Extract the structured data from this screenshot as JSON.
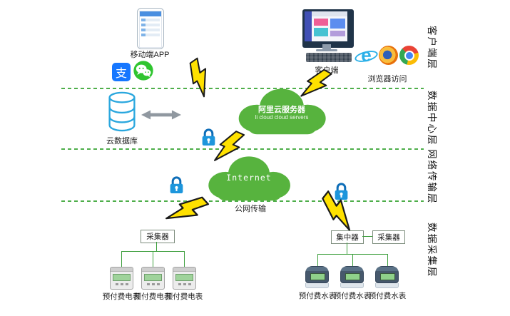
{
  "layers": {
    "client": "客户端层",
    "datacenter": "数据中心层",
    "network": "网络传输层",
    "collection": "数据采集层"
  },
  "client": {
    "mobile_app": "移动端APP",
    "alipay_glyph": "支",
    "client_pc": "客户端",
    "browser_access": "浏览器访问",
    "ie_glyph": "e"
  },
  "datacenter": {
    "cloud_db": "云数据库",
    "ali_cloud_title": "阿里云服务器",
    "ali_cloud_sub": "li cloud  cloud servers"
  },
  "network": {
    "internet": "Internet",
    "public_net": "公网传输"
  },
  "collection": {
    "collector_left": "采集器",
    "concentrator": "集中器",
    "collector_right": "采集器",
    "electric_meters": [
      "预付费电表",
      "预付费电表",
      "预付费电表"
    ],
    "water_meters": [
      "预付费水表",
      "预付费水表",
      "预付费水表"
    ]
  },
  "colors": {
    "cloud_green": "#57b33e",
    "dash_green": "#4eae4a",
    "connector_green": "#3fa03f",
    "bolt_yellow": "#ffe100",
    "lock_blue": "#1d96dc",
    "db_blue": "#2aa7de",
    "alipay_blue": "#1677ff",
    "wechat_green": "#2fc52f"
  }
}
